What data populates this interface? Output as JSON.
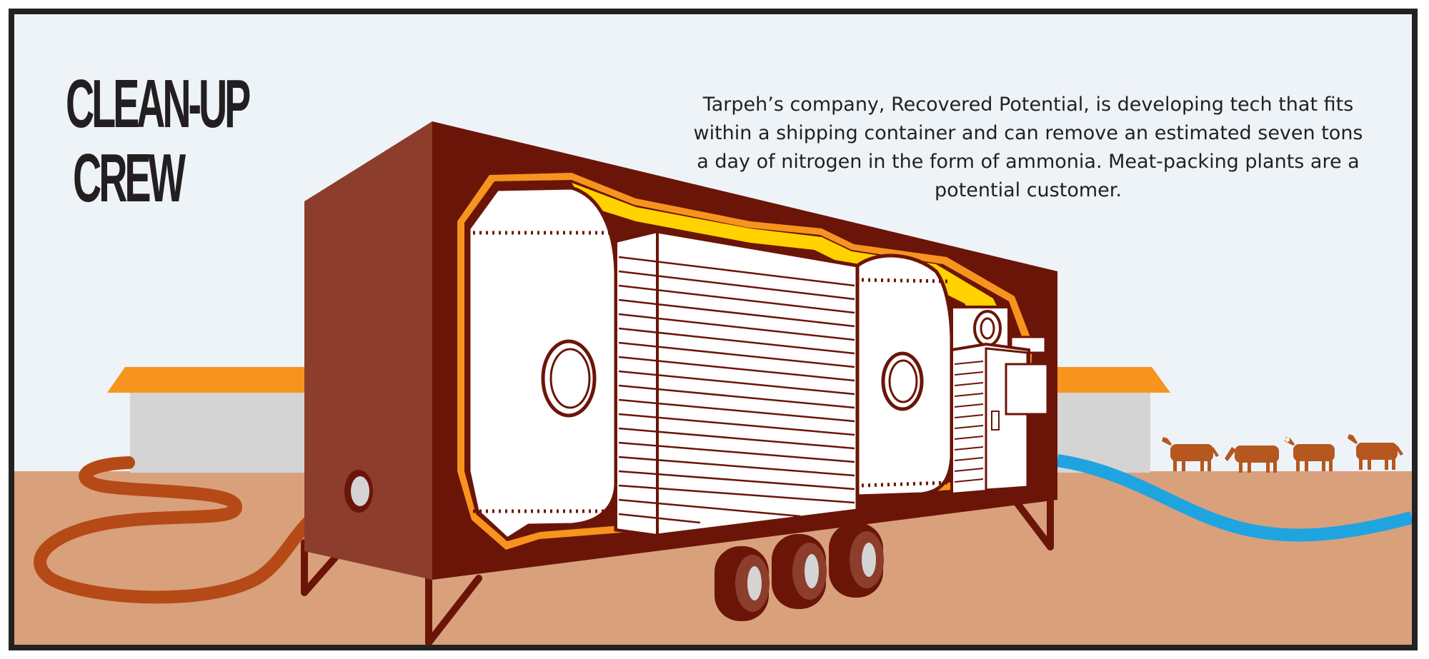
{
  "title": {
    "line1": "CLEAN-UP",
    "line2": "CREW"
  },
  "caption": "Tarpeh’s company, Recovered Potential, is developing tech that fits within a shipping container and can remove an estimated seven tons a day of nitrogen in the form of ammonia. Meat-packing plants are a potential customer.",
  "colors": {
    "sky": "#eef3f8",
    "ground": "#d9a07c",
    "container_front": "#8c3d2b",
    "container_body": "#6b1508",
    "roof_orange": "#f7941d",
    "tank_yellow": "#ffd200",
    "water_blue": "#1fa4e0",
    "hose": "#b54a17",
    "cow": "#b5571f"
  },
  "icons": [
    "shipping-container",
    "tank",
    "filter-stack",
    "pump-machine",
    "hose",
    "water-stream",
    "cow",
    "barn",
    "trailer-wheels"
  ]
}
